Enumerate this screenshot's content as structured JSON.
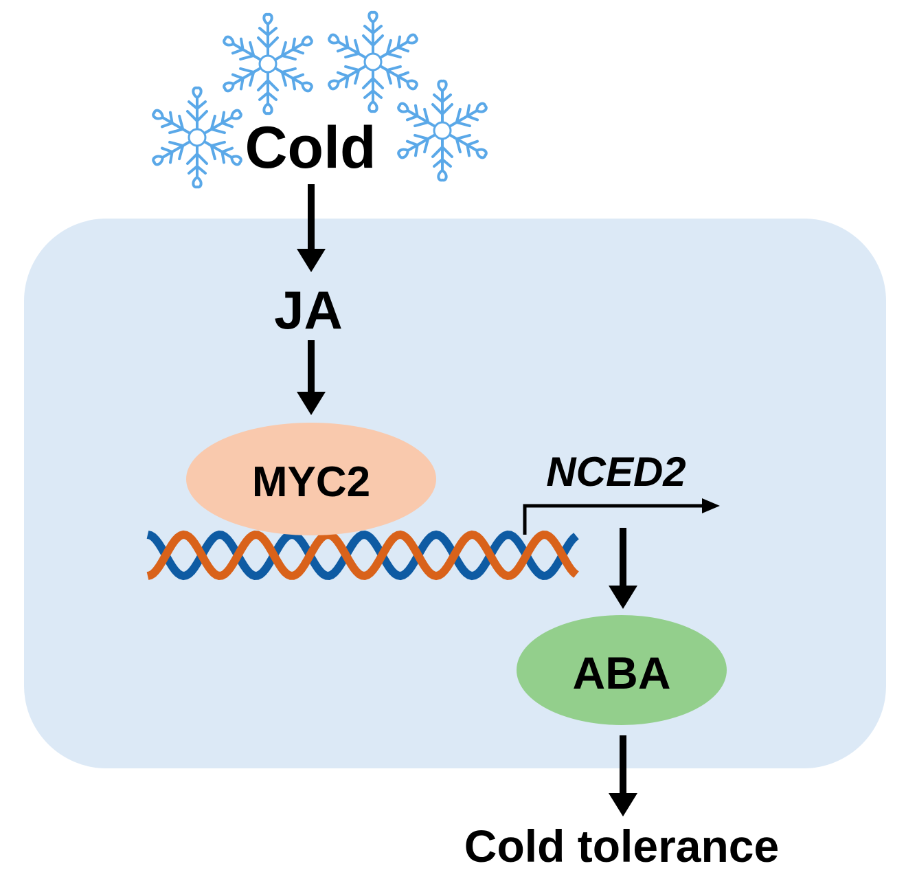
{
  "labels": {
    "stimulus": "Cold",
    "hormone1": "JA",
    "transcription_factor": "MYC2",
    "gene": "NCED2",
    "hormone2": "ABA",
    "outcome": "Cold tolerance"
  },
  "colors": {
    "cell": "#dce9f6",
    "myc2": "#f9c9ad",
    "aba": "#93cf8c",
    "dna_blue": "#0e5ba3",
    "dna_orange": "#d9621a",
    "snowflake": "#5aa8e8",
    "arrow": "#000000"
  },
  "icons": [
    "snowflake-icon",
    "dna-helix-icon"
  ]
}
